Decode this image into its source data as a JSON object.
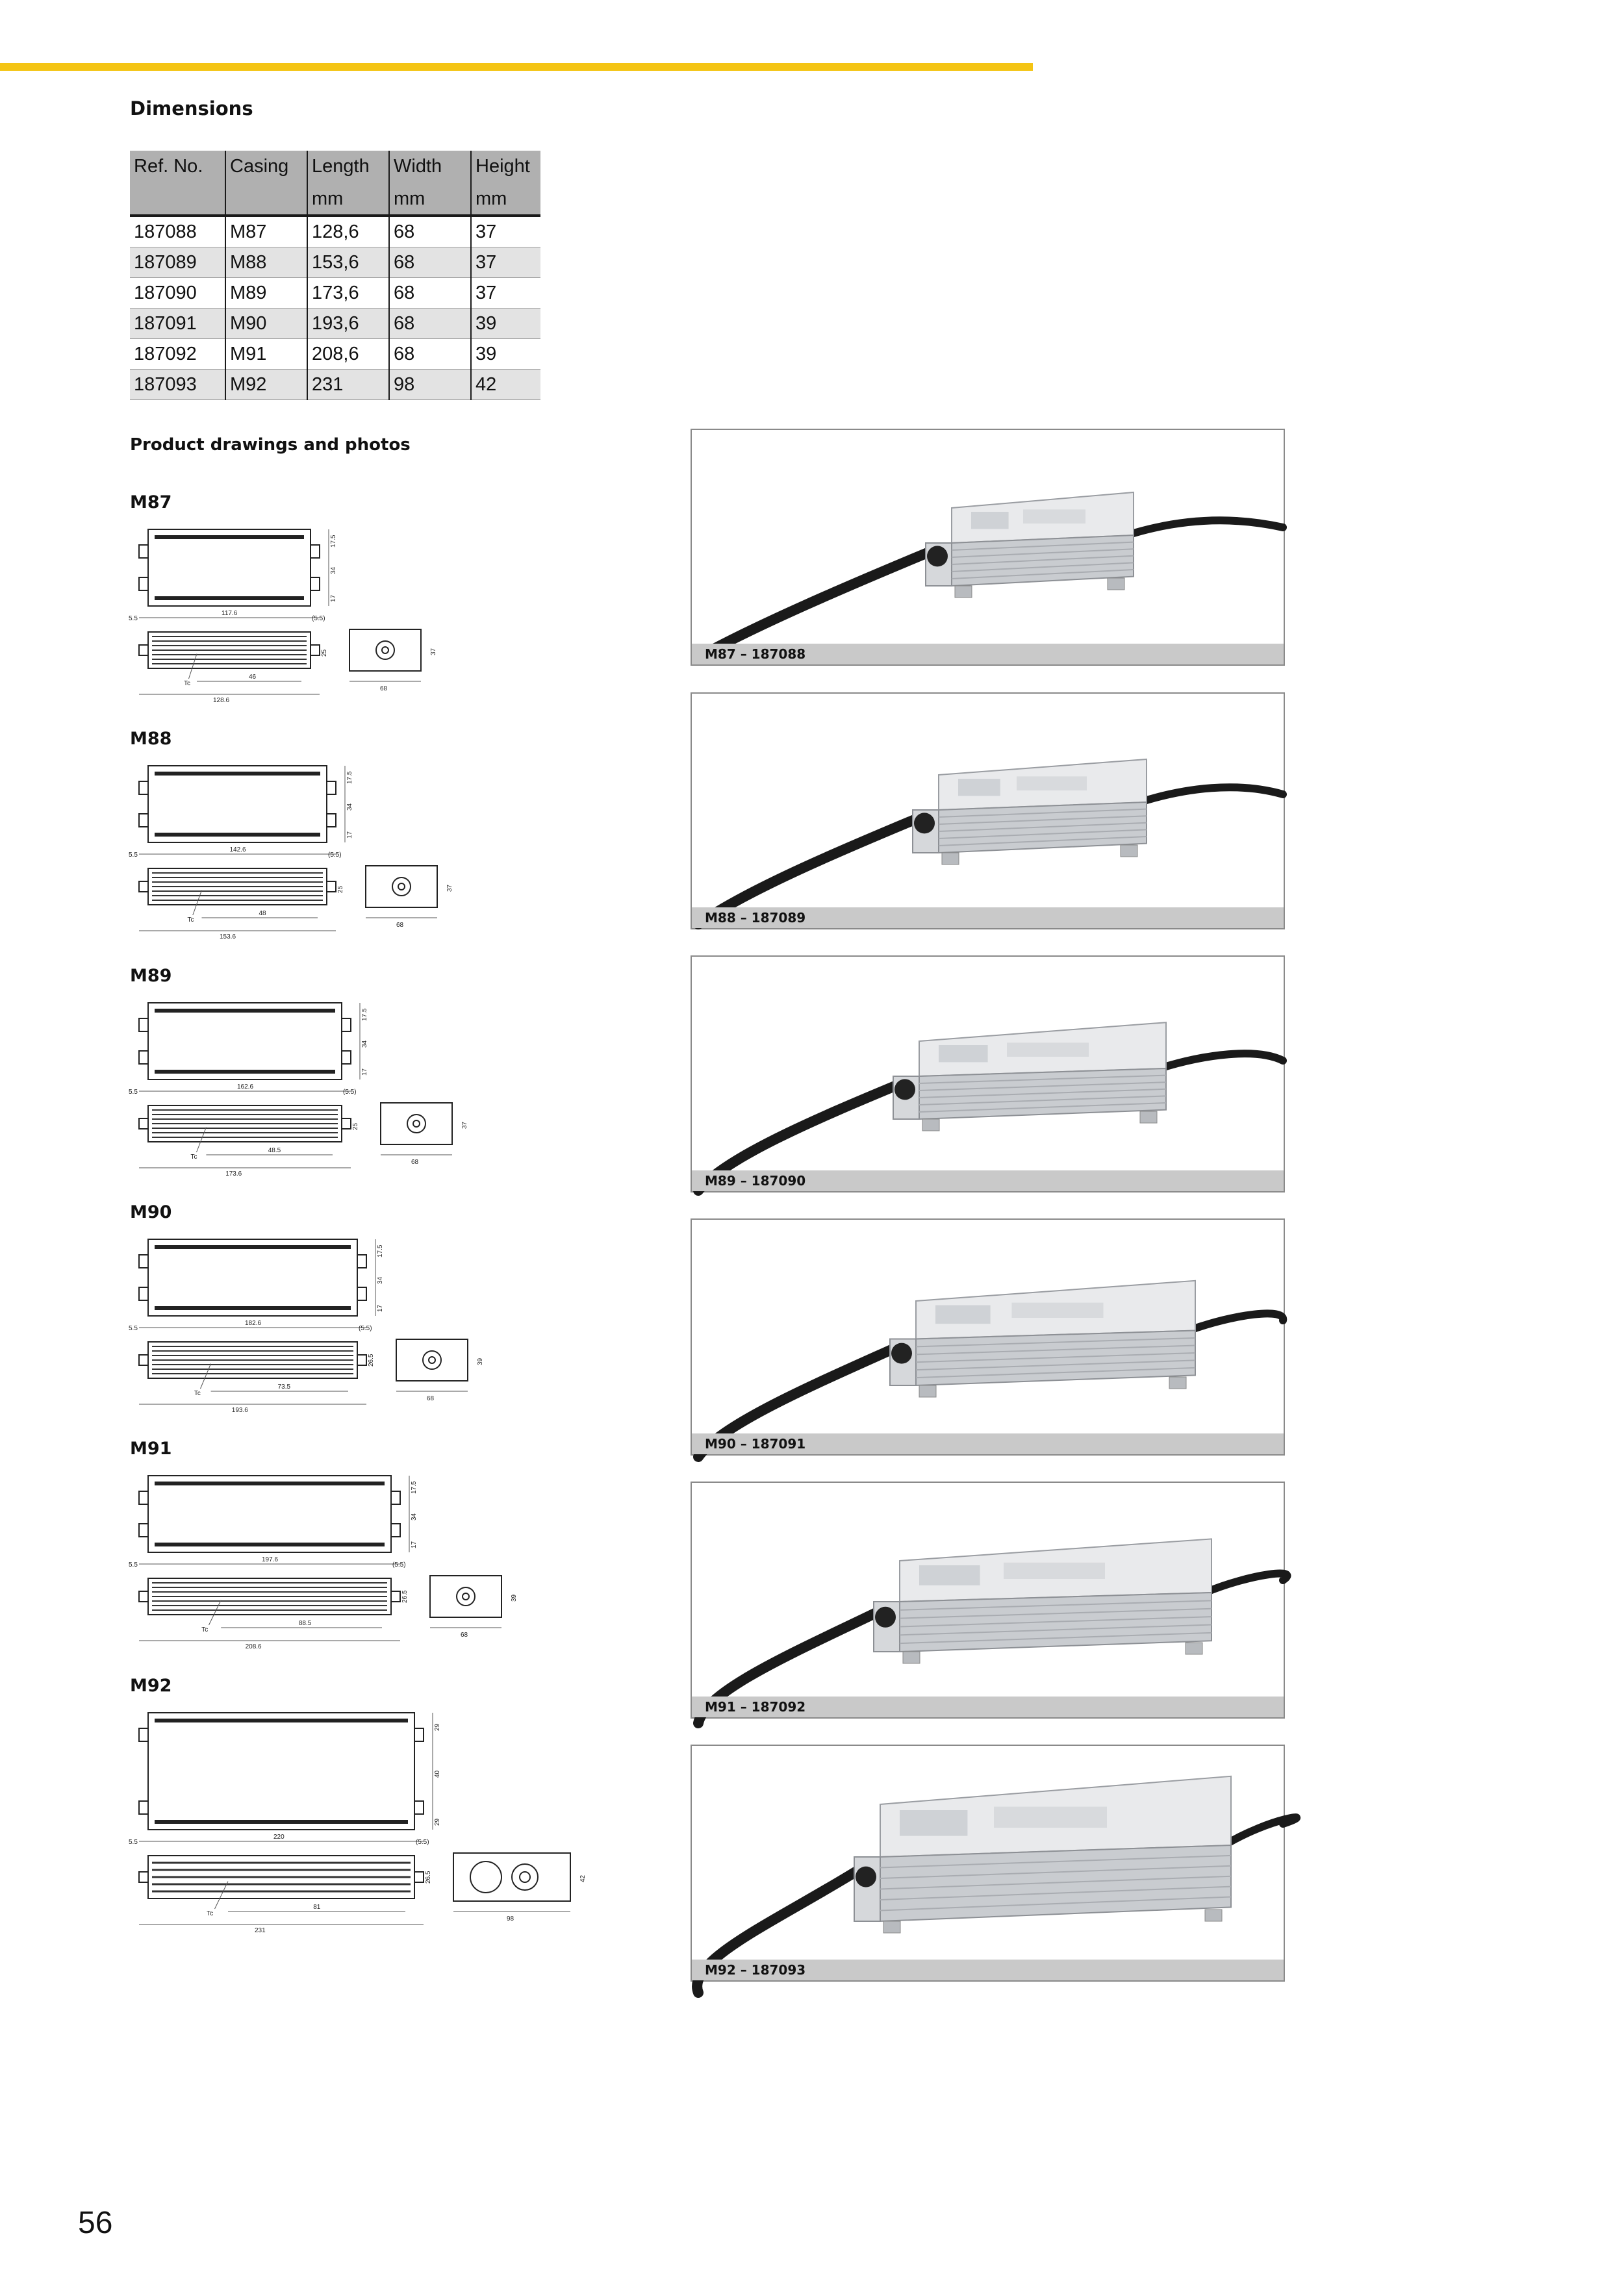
{
  "headings": {
    "dimensions": "Dimensions",
    "drawings": "Product drawings and photos"
  },
  "dimensions_table": {
    "headers": [
      "Ref. No.",
      "Casing",
      "Length",
      "Width",
      "Height"
    ],
    "units": [
      "",
      "",
      "mm",
      "mm",
      "mm"
    ],
    "rows": [
      [
        "187088",
        "M87",
        "128,6",
        "68",
        "37"
      ],
      [
        "187089",
        "M88",
        "153,6",
        "68",
        "37"
      ],
      [
        "187090",
        "M89",
        "173,6",
        "68",
        "37"
      ],
      [
        "187091",
        "M90",
        "193,6",
        "68",
        "39"
      ],
      [
        "187092",
        "M91",
        "208,6",
        "68",
        "39"
      ],
      [
        "187093",
        "M92",
        "231",
        "98",
        "42"
      ]
    ]
  },
  "drawings": [
    {
      "label": "M87",
      "inner": "117.6",
      "overall": "128.6",
      "tc": "46",
      "width": "68",
      "h1": "37",
      "h2": "25",
      "v1": "17.5",
      "v2": "34",
      "v3": "17",
      "edge": "5.5",
      "edge_r": "(5.5)",
      "tc_label": "Tc"
    },
    {
      "label": "M88",
      "inner": "142.6",
      "overall": "153.6",
      "tc": "48",
      "width": "68",
      "h1": "37",
      "h2": "25",
      "v1": "17.5",
      "v2": "34",
      "v3": "17",
      "edge": "5.5",
      "edge_r": "(5.5)",
      "tc_label": "Tc"
    },
    {
      "label": "M89",
      "inner": "162.6",
      "overall": "173.6",
      "tc": "48.5",
      "width": "68",
      "h1": "37",
      "h2": "25",
      "v1": "17.5",
      "v2": "34",
      "v3": "17",
      "edge": "5.5",
      "edge_r": "(5.5)",
      "tc_label": "Tc"
    },
    {
      "label": "M90",
      "inner": "182.6",
      "overall": "193.6",
      "tc": "73.5",
      "width": "68",
      "h1": "39",
      "h2": "26.5",
      "v1": "17.5",
      "v2": "34",
      "v3": "17",
      "edge": "5.5",
      "edge_r": "(5.5)",
      "tc_label": "Tc"
    },
    {
      "label": "M91",
      "inner": "197.6",
      "overall": "208.6",
      "tc": "88.5",
      "width": "68",
      "h1": "39",
      "h2": "26.5",
      "v1": "17.5",
      "v2": "34",
      "v3": "17",
      "edge": "5.5",
      "edge_r": "(5.5)",
      "tc_label": "Tc"
    },
    {
      "label": "M92",
      "inner": "220",
      "overall": "231",
      "tc": "81",
      "width": "98",
      "h1": "42",
      "h2": "26.5",
      "v1": "29",
      "v2": "40",
      "v3": "29",
      "edge": "5.5",
      "edge_r": "(5.5)",
      "tc_label": "Tc"
    }
  ],
  "photos": [
    {
      "caption": "M87 – 187088"
    },
    {
      "caption": "M88 – 187089"
    },
    {
      "caption": "M89 – 187090"
    },
    {
      "caption": "M90 – 187091"
    },
    {
      "caption": "M91 – 187092"
    },
    {
      "caption": "M92 – 187093"
    }
  ],
  "page_number": "56",
  "colors": {
    "accent_bar": "#f4c414",
    "table_header": "#b0b0b0",
    "row_stripe": "#e3e3e3",
    "caption_bg": "#c9c9c9"
  }
}
